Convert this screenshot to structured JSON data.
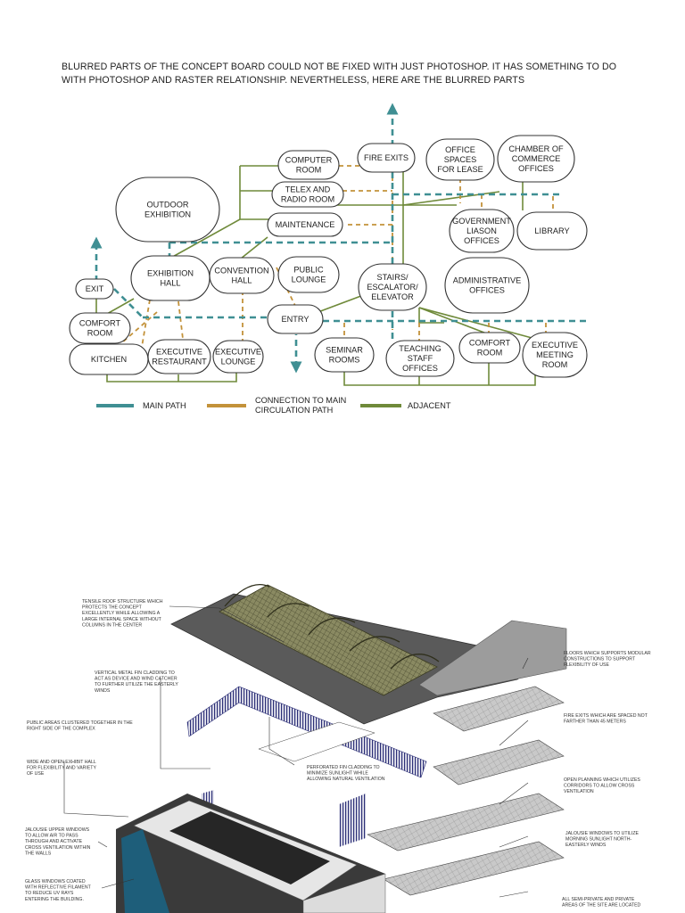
{
  "intro_text": "BLURRED PARTS OF THE CONCEPT BOARD COULD NOT BE FIXED WITH JUST PHOTOSHOP. IT HAS SOMETHING TO DO WITH PHOTOSHOP AND RASTER RELATIONSHIP. NEVERTHELESS, HERE ARE THE BLURRED PARTS",
  "colors": {
    "main_path": "#3f8f93",
    "connection": "#c3923a",
    "adjacent": "#6f8a3a",
    "node_stroke": "#333333"
  },
  "nodes": [
    {
      "id": "computer-room",
      "lines": [
        "COMPUTER",
        "ROOM"
      ]
    },
    {
      "id": "fire-exits",
      "lines": [
        "FIRE EXITS"
      ]
    },
    {
      "id": "office-spaces",
      "lines": [
        "OFFICE",
        "SPACES",
        "FOR LEASE"
      ]
    },
    {
      "id": "chamber-of-commerce",
      "lines": [
        "CHAMBER OF",
        "COMMERCE",
        "OFFICES"
      ]
    },
    {
      "id": "telex-radio-room",
      "lines": [
        "TELEX AND",
        "RADIO ROOM"
      ]
    },
    {
      "id": "outdoor-exhibition",
      "lines": [
        "OUTDOOR",
        "EXHIBITION"
      ]
    },
    {
      "id": "maintenance",
      "lines": [
        "MAINTENANCE"
      ]
    },
    {
      "id": "government-liason",
      "lines": [
        "GOVERNMENT",
        "LIASON",
        "OFFICES"
      ]
    },
    {
      "id": "library",
      "lines": [
        "LIBRARY"
      ]
    },
    {
      "id": "exhibition-hall",
      "lines": [
        "EXHIBITION",
        "HALL"
      ]
    },
    {
      "id": "convention-hall",
      "lines": [
        "CONVENTION",
        "HALL"
      ]
    },
    {
      "id": "public-lounge",
      "lines": [
        "PUBLIC",
        "LOUNGE"
      ]
    },
    {
      "id": "stairs-escalator-elevator",
      "lines": [
        "STAIRS/",
        "ESCALATOR/",
        "ELEVATOR"
      ]
    },
    {
      "id": "administrative-offices",
      "lines": [
        "ADMINISTRATIVE",
        "OFFICES"
      ]
    },
    {
      "id": "exit",
      "lines": [
        "EXIT"
      ]
    },
    {
      "id": "entry",
      "lines": [
        "ENTRY"
      ]
    },
    {
      "id": "comfort-room-left",
      "lines": [
        "COMFORT",
        "ROOM"
      ]
    },
    {
      "id": "kitchen",
      "lines": [
        "KITCHEN"
      ]
    },
    {
      "id": "executive-restaurant",
      "lines": [
        "EXECUTIVE",
        "RESTAURANT"
      ]
    },
    {
      "id": "executive-lounge",
      "lines": [
        "EXECUTIVE",
        "LOUNGE"
      ]
    },
    {
      "id": "seminar-rooms",
      "lines": [
        "SEMINAR",
        "ROOMS"
      ]
    },
    {
      "id": "teaching-staff-offices",
      "lines": [
        "TEACHING",
        "STAFF",
        "OFFICES"
      ]
    },
    {
      "id": "comfort-room-right",
      "lines": [
        "COMFORT",
        "ROOM"
      ]
    },
    {
      "id": "executive-meeting-room",
      "lines": [
        "EXECUTIVE",
        "MEETING",
        "ROOM"
      ]
    }
  ],
  "legend": [
    {
      "id": "main-path",
      "lines": [
        "MAIN PATH"
      ],
      "color": "#3f8f93"
    },
    {
      "id": "connection",
      "lines": [
        "CONNECTION TO MAIN",
        "CIRCULATION PATH"
      ],
      "color": "#c3923a"
    },
    {
      "id": "adjacent",
      "lines": [
        "ADJACENT"
      ],
      "color": "#6f8a3a"
    }
  ],
  "annotations": [
    {
      "id": "tensile-roof",
      "lines": [
        "TENSILE ROOF STRUCTURE WHICH",
        "PROTECTS THE CONCEPT",
        "EXCELLENTLY WHILE ALLOWING A",
        "LARGE INTERNAL SPACE WITHOUT",
        "COLUMNS IN THE CENTER"
      ]
    },
    {
      "id": "vertical-fin",
      "lines": [
        "VERTICAL METAL FIN CLADDING TO",
        "ACT AS DEVICE AND WIND CATCHER",
        "TO FURTHER UTILIZE THE EASTERLY",
        "WINDS"
      ]
    },
    {
      "id": "public-areas",
      "lines": [
        "PUBLIC AREAS CLUSTERED TOGETHER IN THE",
        "RIGHT SIDE OF THE COMPLEX"
      ]
    },
    {
      "id": "wide-open-hall",
      "lines": [
        "WIDE AND OPEN EXHIBIT HALL",
        "FOR FLEXIBILITY AND VARIETY",
        "OF USE"
      ]
    },
    {
      "id": "perforated-fin",
      "lines": [
        "PERFORATED FIN CLADDING TO",
        "MINIMIZE SUNLIGHT WHILE",
        "ALLOWING NATURAL VENTILATION"
      ]
    },
    {
      "id": "jalousie-upper",
      "lines": [
        "JALOUSIE UPPER WINDOWS",
        "TO ALLOW AIR TO PASS",
        "THROUGH AND ACTIVATE",
        "CROSS VENTILATION WITHIN",
        "THE WALLS"
      ]
    },
    {
      "id": "glass-windows",
      "lines": [
        "GLASS WINDOWS COATED",
        "WITH REFLECTIVE FILAMENT",
        "TO REDUCE UV RAYS",
        "ENTERING THE BUILDING."
      ]
    },
    {
      "id": "floors-modular",
      "lines": [
        "FLOORS WHICH SUPPORTS MODULAR",
        "CONSTRUCTIONS TO SUPPORT",
        "FLEXIBILITY OF USE"
      ]
    },
    {
      "id": "fire-exits-spaced",
      "lines": [
        "FIRE EXITS WHICH ARE SPACED NOT",
        "FARTHER THAN 45 METERS"
      ]
    },
    {
      "id": "open-planning",
      "lines": [
        "OPEN PLANNING WHICH UTILIZES",
        "CORRIDORS TO ALLOW CROSS",
        "VENTILATION"
      ]
    },
    {
      "id": "jalousie-windows",
      "lines": [
        "JALOUSIE WINDOWS TO UTILIZE",
        "MORNING SUNLIGHT NORTH-",
        "EASTERLY WINDS"
      ]
    },
    {
      "id": "semi-private",
      "lines": [
        "ALL SEMI-PRIVATE AND PRIVATE",
        "AREAS OF THE SITE ARE LOCATED"
      ]
    }
  ]
}
